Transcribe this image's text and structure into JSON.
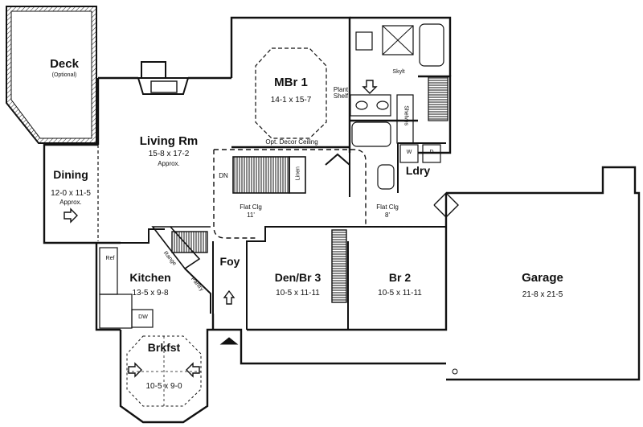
{
  "rooms": {
    "deck": {
      "name": "Deck",
      "note": "(Optional)"
    },
    "living": {
      "name": "Living Rm",
      "dims": "15-8 x 17-2",
      "note": "Approx."
    },
    "dining": {
      "name": "Dining",
      "dims": "12-0 x 11-5",
      "note": "Approx."
    },
    "master": {
      "name": "MBr 1",
      "dims": "14-1 x 15-7"
    },
    "kitchen": {
      "name": "Kitchen",
      "dims": "13-5 x 9-8"
    },
    "breakfast": {
      "name": "Brkfst",
      "dims": "10-5 x 9-0"
    },
    "foyer": {
      "name": "Foy"
    },
    "den": {
      "name": "Den/Br 3",
      "dims": "10-5 x 11-11"
    },
    "br2": {
      "name": "Br 2",
      "dims": "10-5 x 11-11"
    },
    "laundry": {
      "name": "Ldry"
    },
    "garage": {
      "name": "Garage",
      "dims": "21-8 x 21-5"
    }
  },
  "notes": {
    "plant_shelf": "Plant Shelf",
    "skylight": "Skylt",
    "decor_ceiling": "Opt. Decor Ceiling",
    "flat_clg_left": "Flat Clg",
    "flat_clg_left_height": "11'",
    "flat_clg_right": "Flat Clg",
    "flat_clg_right_height": "8'",
    "linen": "Linen",
    "down": "DN",
    "down_kitchen": "DW",
    "shelves": "Shelves",
    "washer": "W",
    "dryer": "D",
    "refrigerator": "Ref",
    "range": "Range",
    "pantry": "Pantry"
  }
}
